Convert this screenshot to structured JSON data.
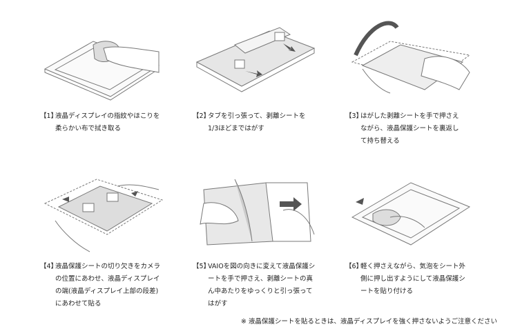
{
  "steps": [
    {
      "num": "【1】",
      "lines": [
        "液晶ディスプレイの指紋やほこりを",
        "柔らかい布で拭き取る"
      ]
    },
    {
      "num": "【2】",
      "lines": [
        "タブを引っ張って、剥離シートを",
        "1/3ほどまではがす"
      ]
    },
    {
      "num": "【3】",
      "lines": [
        "はがした剥離シートを手で押さえ",
        "ながら、液晶保護シートを裏返し",
        "て持ち替える"
      ]
    },
    {
      "num": "【4】",
      "lines": [
        "液晶保護シートの切り欠きをカメラ",
        "の位置にあわせ、液晶ディスプレイ",
        "の端(液晶ディスプレイ上部の段差)",
        "にあわせて貼る"
      ]
    },
    {
      "num": "【5】",
      "lines": [
        "VAIOを図の向きに変えて液晶保護シ",
        "ートを手で押さえ、剥離シートの真",
        "ん中あたりをゆっくりと引っ張って",
        "はがす"
      ]
    },
    {
      "num": "【6】",
      "lines": [
        "軽く押さえながら、気泡をシート外",
        "側に押し出すようにして液晶保護シ",
        "ートを貼り付ける"
      ]
    }
  ],
  "note": "※ 液晶保護シートを貼るときは、液晶ディスプレイを強く押さないようご注意ください"
}
